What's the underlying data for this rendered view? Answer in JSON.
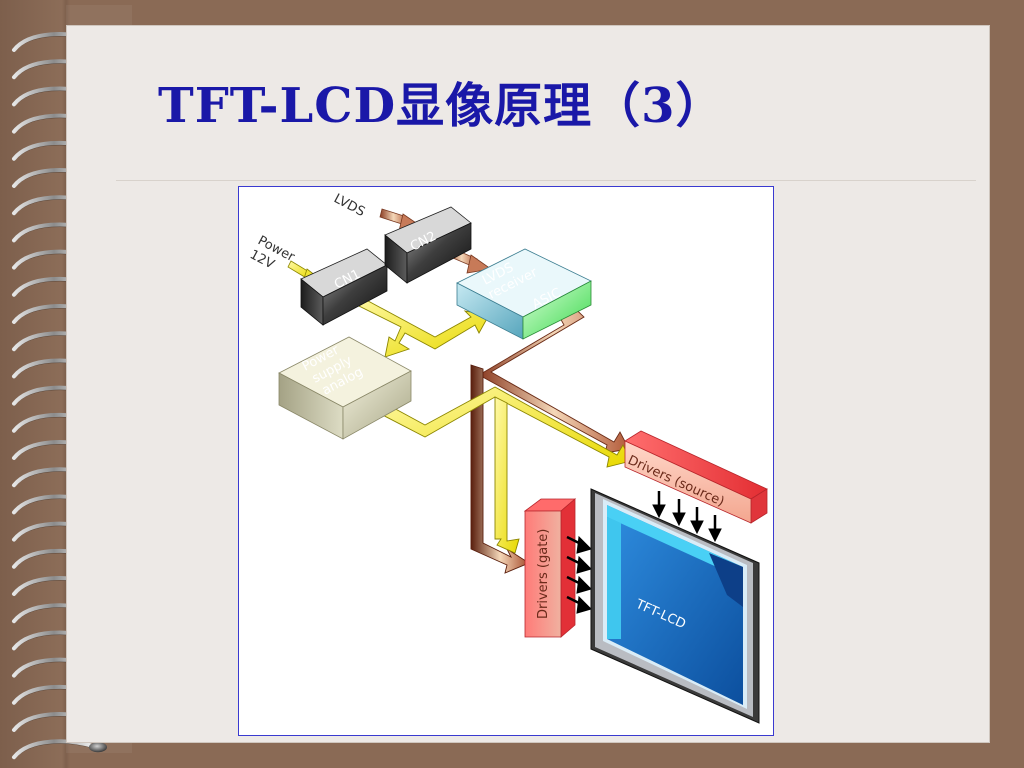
{
  "slide": {
    "title": "TFT-LCD显像原理（3）"
  },
  "diagram": {
    "labels": {
      "lvds_input": "LVDS",
      "power_input_line1": "Power",
      "power_input_line2": "12V",
      "cn1": "CN1",
      "cn2": "CN2",
      "receiver_line1": "LVDS",
      "receiver_line2": "receiver",
      "asic": "ASIC",
      "power_supply_line1": "Power",
      "power_supply_line2": "supply",
      "power_supply_line3": "analog",
      "drivers_source": "Drivers (source)",
      "drivers_gate": "Drivers (gate)",
      "panel": "TFT-LCD"
    }
  },
  "colors": {
    "title": "#1a18a8",
    "figure_border": "#3a3ad0",
    "power_arrow": "#f2ea1e",
    "signal_arrow": "#c9876a",
    "driver_red": "#e8383f",
    "panel_blue": "#1f6fc4",
    "panel_cyan": "#33c8f0"
  }
}
